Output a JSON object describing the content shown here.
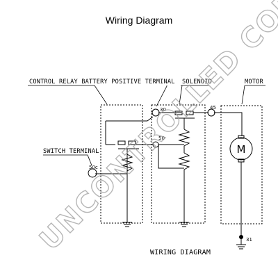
{
  "title": "Wiring Diagram",
  "caption": "WIRING DIAGRAM",
  "watermark": "UNCONTROLLED COPY",
  "labels": {
    "control_relay": "CONTROL RELAY BATTERY POSITIVE TERMINAL",
    "solenoid": "SOLENOID",
    "motor": "MOTOR",
    "switch_terminal": "SWITCH TERMINAL"
  },
  "terminals": {
    "t30": "30",
    "t45": "45",
    "t50": "50",
    "t50c": "50c",
    "t31": "31"
  },
  "motor_symbol": "M"
}
